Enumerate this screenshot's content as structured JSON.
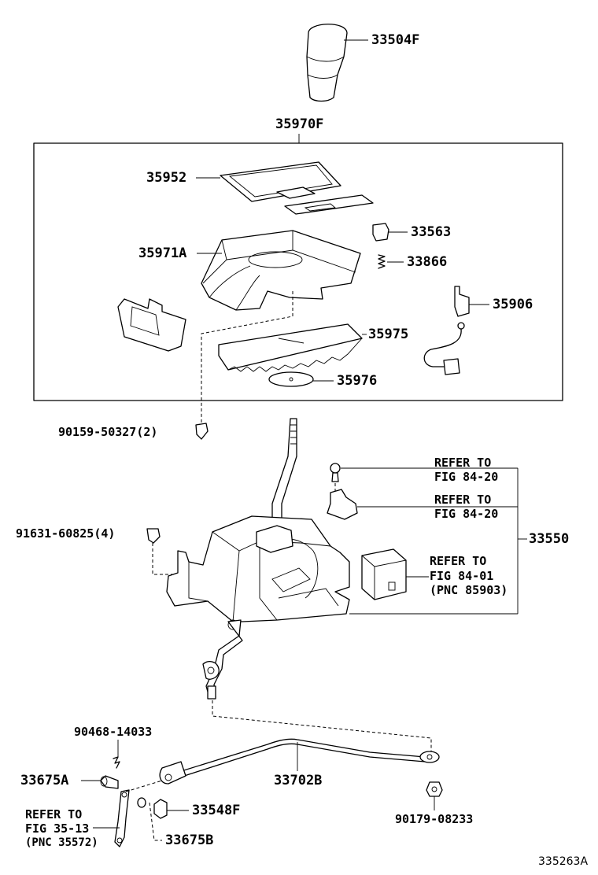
{
  "diagram": {
    "parts": {
      "p33504F": "33504F",
      "p35970F": "35970F",
      "p35952": "35952",
      "p33563": "33563",
      "p35971A": "35971A",
      "p33866": "33866",
      "p35906": "35906",
      "p35975": "35975",
      "p35976": "35976",
      "p90159": "90159-50327(2)",
      "p91631": "91631-60825(4)",
      "p33550": "33550",
      "p90468": "90468-14033",
      "p33675A": "33675A",
      "p33702B": "33702B",
      "p33548F": "33548F",
      "p33675B": "33675B",
      "p90179": "90179-08233"
    },
    "refs": {
      "r1a": "REFER TO",
      "r1b": "FIG 84-20",
      "r2a": "REFER TO",
      "r2b": "FIG 84-20",
      "r3a": "REFER TO",
      "r3b": "FIG 84-01",
      "r3c": "(PNC 85903)",
      "r4a": "REFER TO",
      "r4b": "FIG 35-13",
      "r4c": "(PNC 35572)"
    },
    "figure_id": "335263A"
  }
}
